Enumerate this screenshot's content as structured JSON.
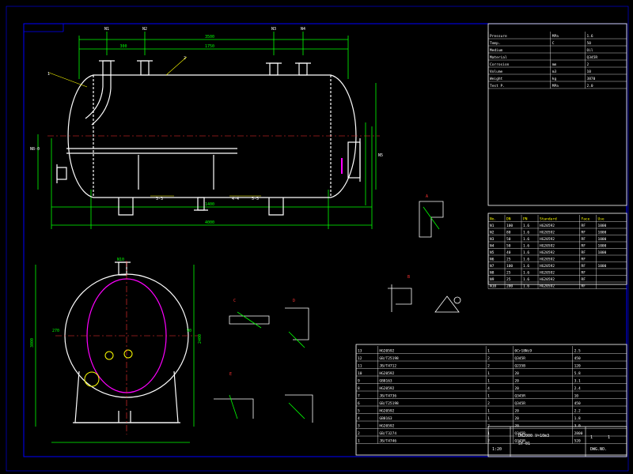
{
  "drawing": {
    "colors": {
      "background": "#000000",
      "frame": "#0000ff",
      "vessel": "#ffffff",
      "dimension": "#00ff00",
      "leader": "#ffff00",
      "nozzle": "#ff00ff",
      "section": "#ff3333",
      "table_grid": "#ffffff"
    },
    "front_view": {
      "nozzle_tags": [
        "N1",
        "N2",
        "N3",
        "N4"
      ],
      "overall_length": "3500",
      "spacing_1": "1750",
      "spacing_2": "300",
      "bottom_dim_1": "1400",
      "bottom_dim_2": "4000",
      "left_label": "N8-0",
      "right_label": "N5",
      "section_marks": [
        "3-3",
        "4-4",
        "5-5"
      ],
      "item_marks": [
        "1",
        "2"
      ]
    },
    "side_view": {
      "top_tag": "N10",
      "height_dim": "2400",
      "left_dim": "3000",
      "angle_label": "270",
      "right_label": "90"
    },
    "detail_titles": [
      "A",
      "B",
      "C",
      "D",
      "E"
    ],
    "title_block": {
      "project": "DN2000 V=10m3",
      "drawing_no": "SY-01",
      "scale": "1:20",
      "sheet": "1",
      "sheets": "1",
      "name": "DWG.NO."
    },
    "nozzle_table": {
      "headers": [
        "No.",
        "DN",
        "PN",
        "Standard",
        "Face",
        "Use"
      ],
      "rows": [
        [
          "N1",
          "100",
          "1.6",
          "HG20592",
          "RF",
          "1000"
        ],
        [
          "N2",
          "80",
          "1.6",
          "HG20592",
          "RF",
          "1000"
        ],
        [
          "N3",
          "50",
          "1.6",
          "HG20592",
          "RF",
          "1000"
        ],
        [
          "N4",
          "50",
          "1.6",
          "HG20592",
          "RF",
          "1000"
        ],
        [
          "N5",
          "40",
          "1.6",
          "HG20592",
          "RF",
          "1000"
        ],
        [
          "N6",
          "25",
          "1.6",
          "HG20592",
          "RF",
          ""
        ],
        [
          "N7",
          "100",
          "1.6",
          "HG20592",
          "RF",
          "1000"
        ],
        [
          "N8",
          "25",
          "1.6",
          "HG20592",
          "RF",
          ""
        ],
        [
          "N9",
          "25",
          "1.6",
          "HG20592",
          "RF",
          ""
        ],
        [
          "N10",
          "200",
          "1.6",
          "HG20592",
          "RF",
          ""
        ]
      ]
    },
    "parts_table": {
      "rows": [
        [
          "13",
          "HG20592",
          "1",
          "0Cr18Ni9",
          "2.5"
        ],
        [
          "12",
          "GB/T25198",
          "2",
          "Q345R",
          "450"
        ],
        [
          "11",
          "JB/T4712",
          "2",
          "Q235B",
          "120"
        ],
        [
          "10",
          "HG20592",
          "1",
          "20",
          "5.8"
        ],
        [
          "9",
          "GB8163",
          "1",
          "20",
          "3.1"
        ],
        [
          "8",
          "HG20592",
          "4",
          "20",
          "2.4"
        ],
        [
          "7",
          "JB/T4736",
          "1",
          "Q345R",
          "10"
        ],
        [
          "6",
          "GB/T25198",
          "2",
          "Q345R",
          "450"
        ],
        [
          "5",
          "HG20592",
          "1",
          "20",
          "2.2"
        ],
        [
          "4",
          "GB8163",
          "1",
          "20",
          "1.8"
        ],
        [
          "3",
          "HG20592",
          "2",
          "20",
          "3.0"
        ],
        [
          "2",
          "GB/T3274",
          "1",
          "Q345R",
          "2800"
        ],
        [
          "1",
          "JB/T4746",
          "2",
          "Q345R",
          "520"
        ]
      ]
    },
    "design_data": {
      "rows": [
        [
          "Pressure",
          "MPa",
          "1.6"
        ],
        [
          "Temp.",
          "C",
          "50"
        ],
        [
          "Medium",
          "",
          "Oil"
        ],
        [
          "Material",
          "",
          "Q345R"
        ],
        [
          "Corrosion",
          "mm",
          "2"
        ],
        [
          "Volume",
          "m3",
          "10"
        ],
        [
          "Weight",
          "kg",
          "3870"
        ],
        [
          "Test P.",
          "MPa",
          "2.0"
        ]
      ]
    }
  }
}
